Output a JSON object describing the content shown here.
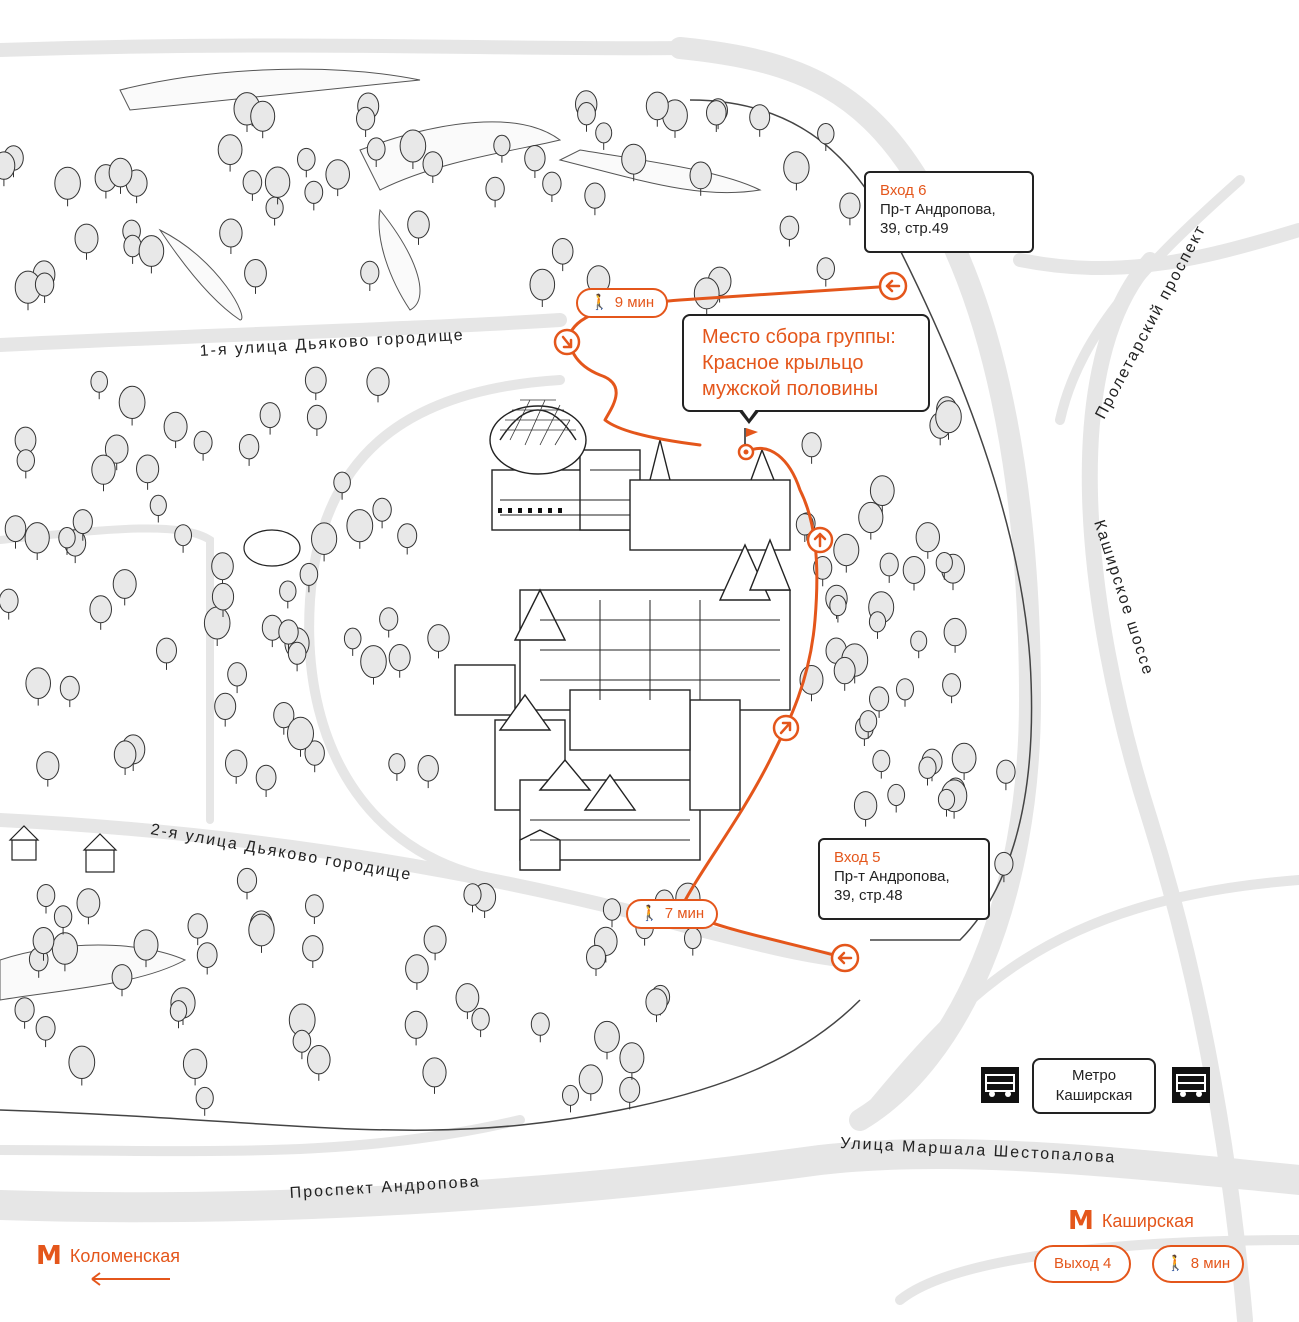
{
  "streets": {
    "street_1": "1-я улица Дьяково городище",
    "street_2": "2-я улица Дьяково городище",
    "proletarsky": "Пролетарский проспект",
    "kashirskoe": "Каширское шоссе",
    "marshala": "Улица Маршала Шестопалова",
    "andropova": "Проспект Андропова"
  },
  "entrances": [
    {
      "title": "Вход 6",
      "line1": "Пр-т Андропова,",
      "line2": "39, стр.49"
    },
    {
      "title": "Вход 5",
      "line1": "Пр-т Андропова,",
      "line2": "39, стр.48"
    }
  ],
  "walk_times": {
    "to_entrance_6": "9 мин",
    "to_entrance_5": "7 мин",
    "from_metro": "8 мин"
  },
  "meeting_point": {
    "line1": "Место сбора группы:",
    "line2": "Красное крыльцо",
    "line3": "мужской половины"
  },
  "metro": {
    "kashirskaya": "Каширская",
    "kolomenskaya": "Коломенская",
    "exit": "Выход 4",
    "metro_box_line1": "Метро",
    "metro_box_line2": "Каширская",
    "symbol": "M"
  },
  "colors": {
    "route": "#e4561b",
    "text": "#222222",
    "tree_fill": "#e8e8e8",
    "road": "#e6e6e6"
  },
  "icons": [
    "walk-icon",
    "arrow-icon",
    "flag-icon",
    "bus-icon",
    "metro-icon",
    "arrow-left-icon"
  ]
}
